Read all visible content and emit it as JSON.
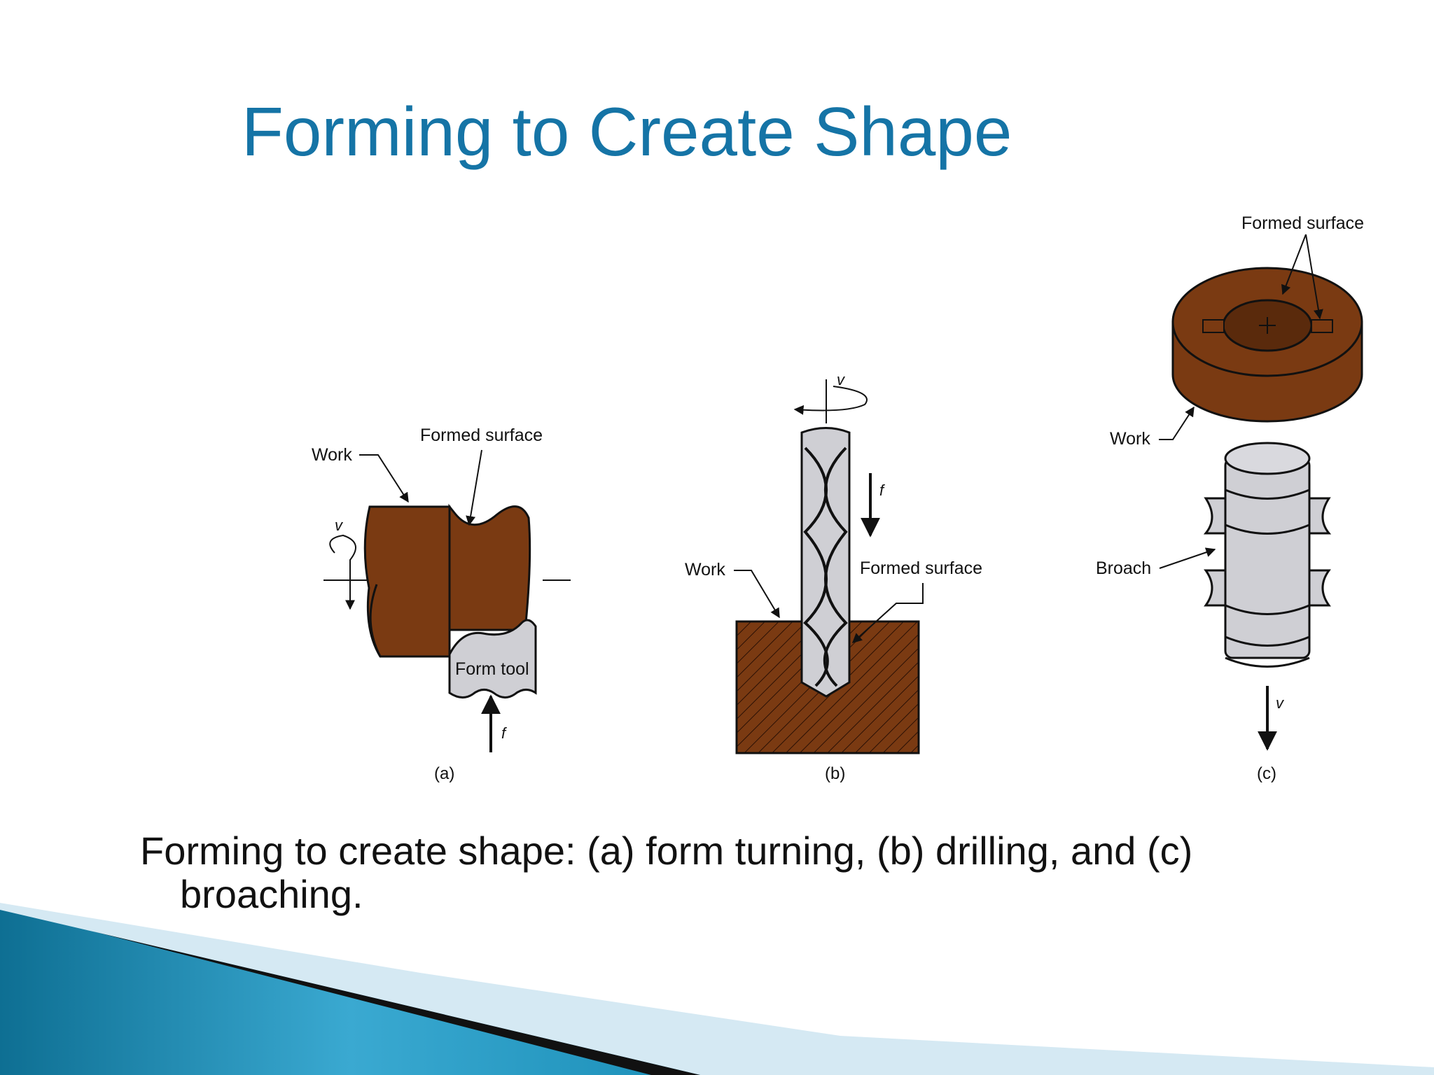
{
  "slide": {
    "title": "Forming to Create Shape",
    "caption": "Forming to create shape: (a) form turning, (b) drilling, and (c) broaching."
  },
  "figure": {
    "a": {
      "work_label": "Work",
      "formed_surface_label": "Formed surface",
      "form_tool_label": "Form tool",
      "v_label": "v",
      "f_label": "f",
      "sub_label": "(a)"
    },
    "b": {
      "work_label": "Work",
      "formed_surface_label": "Formed surface",
      "v_label": "v",
      "f_label": "f",
      "sub_label": "(b)"
    },
    "c": {
      "work_label": "Work",
      "formed_surface_label": "Formed surface",
      "broach_label": "Broach",
      "v_label": "v",
      "sub_label": "(c)"
    }
  },
  "colors": {
    "title": "#1574a6",
    "work_brown": "#7a3a12",
    "tool_gray": "#cfcfd4",
    "accent_teal": "#1b8fb8"
  }
}
